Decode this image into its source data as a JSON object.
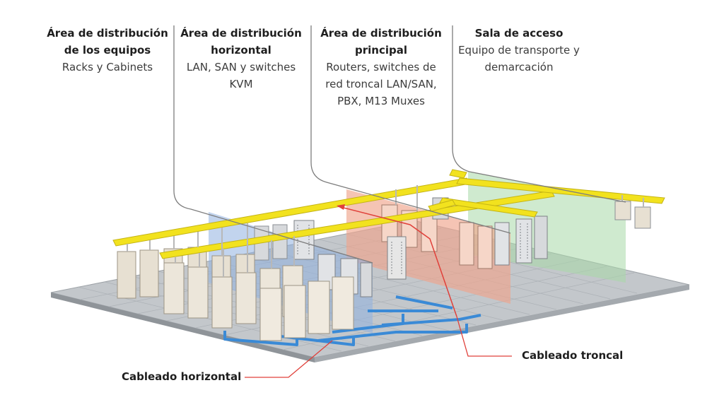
{
  "labels": {
    "area_equipos": {
      "title": "Área de distribución de los equipos",
      "title_line1": "Área de distribución",
      "title_line2": "de los equipos",
      "sub_line1": "Racks y Cabinets"
    },
    "area_horizontal": {
      "title_line1": "Área de distribución",
      "title_line2": "horizontal",
      "sub_line1": "LAN, SAN y switches",
      "sub_line2": "KVM"
    },
    "area_principal": {
      "title_line1": "Área de distribución",
      "title_line2": "principal",
      "sub_line1": "Routers, switches de",
      "sub_line2": "red troncal LAN/SAN,",
      "sub_line3": "PBX, M13 Muxes"
    },
    "sala_acceso": {
      "title_line1": "Sala de acceso",
      "sub_line1": "Equipo de transporte y",
      "sub_line2": "demarcación"
    }
  },
  "callouts": {
    "troncal": "Cableado troncal",
    "horizontal": "Cableado horizontal"
  },
  "colors": {
    "floor": "#bfc3c7",
    "floor_grid": "#9da2a7",
    "tray": "#f2e21e",
    "cabinet": "#e7e0d2",
    "rack": "#d7d9dc",
    "blue_zone": "#8fb1e0",
    "red_zone": "#f0a58c",
    "green_zone": "#a8d8a8",
    "blue_cable": "#3a8ad6",
    "red_line": "#e0403a",
    "leader": "#8a8a8a"
  }
}
